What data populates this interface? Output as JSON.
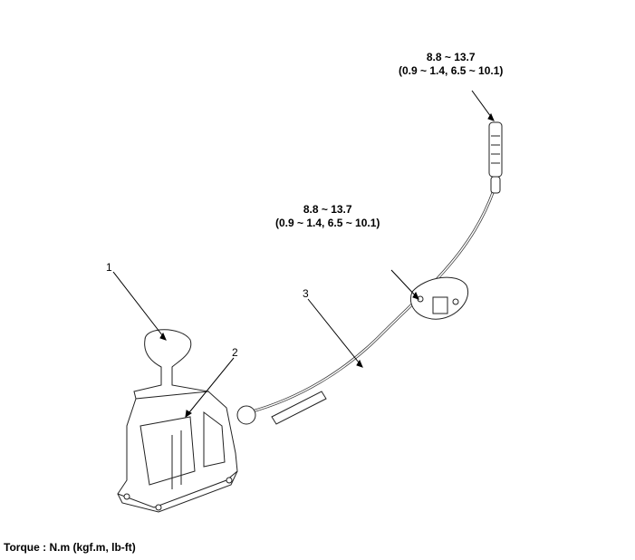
{
  "torque_labels": [
    {
      "value": "8.8 ~ 13.7",
      "alt": "(0.9 ~ 1.4, 6.5 ~ 10.1)"
    },
    {
      "value": "8.8 ~ 13.7",
      "alt": "(0.9 ~ 1.4, 6.5 ~ 10.1)"
    }
  ],
  "callouts": [
    "1",
    "2",
    "3"
  ],
  "footer": "Torque : N.m (kgf.m, lb-ft)"
}
